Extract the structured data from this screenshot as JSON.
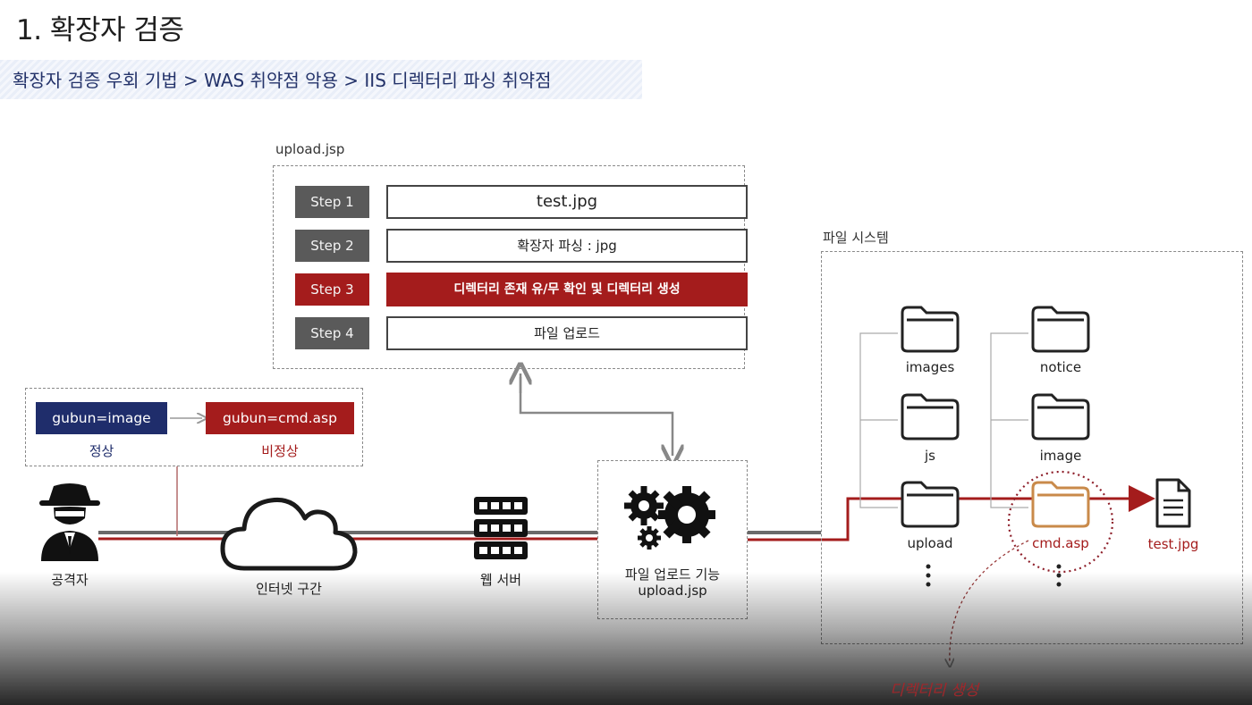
{
  "title": "1. 확장자 검증",
  "subtitle": "확장자 검증 우회 기법 > WAS 취약점 악용 > IIS 디렉터리 파싱 취약점",
  "upload_panel": {
    "label": "upload.jsp",
    "steps": [
      {
        "tag": "Step 1",
        "text": "test.jpg"
      },
      {
        "tag": "Step 2",
        "text": "확장자 파싱 : jpg"
      },
      {
        "tag": "Step 3",
        "text": "디렉터리 존재 유/무 확인 및 디렉터리 생성"
      },
      {
        "tag": "Step 4",
        "text": "파일 업로드"
      }
    ]
  },
  "params": {
    "normal": {
      "value": "gubun=image",
      "caption": "정상"
    },
    "abnormal": {
      "value": "gubun=cmd.asp",
      "caption": "비정상"
    }
  },
  "nodes": {
    "attacker": "공격자",
    "internet": "인터넷 구간",
    "web_server": "웹 서버",
    "upload_func_line1": "파일 업로드 기능",
    "upload_func_line2": "upload.jsp"
  },
  "filesystem": {
    "label": "파일 시스템",
    "folders_left": [
      "images",
      "js",
      "upload"
    ],
    "folders_right": [
      "notice",
      "image",
      "cmd.asp"
    ],
    "file": "test.jpg"
  },
  "annotation": "디렉터리 생성",
  "colors": {
    "accent_red": "#a41c1c",
    "navy": "#1f2d6b",
    "gray_tag": "#5a5a5a"
  }
}
